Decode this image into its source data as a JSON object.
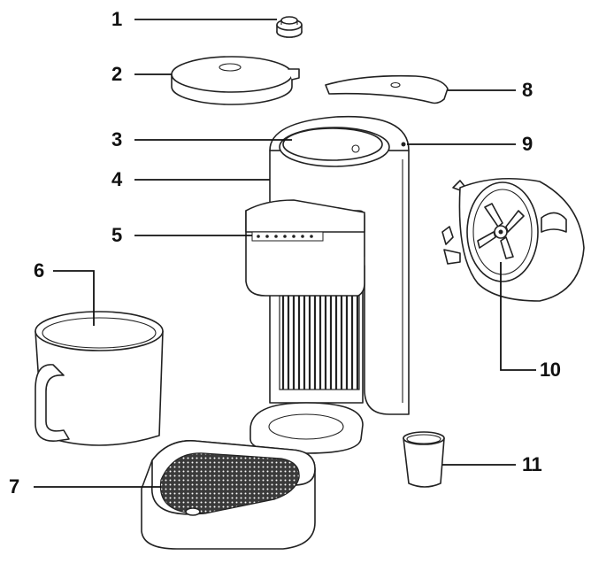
{
  "callouts": [
    {
      "id": "1",
      "text": "1"
    },
    {
      "id": "2",
      "text": "2"
    },
    {
      "id": "3",
      "text": "3"
    },
    {
      "id": "4",
      "text": "4"
    },
    {
      "id": "5",
      "text": "5"
    },
    {
      "id": "6",
      "text": "6"
    },
    {
      "id": "7",
      "text": "7"
    },
    {
      "id": "8",
      "text": "8"
    },
    {
      "id": "9",
      "text": "9"
    },
    {
      "id": "10",
      "text": "10"
    },
    {
      "id": "11",
      "text": "11"
    }
  ],
  "colors": {
    "line": "#222222",
    "background": "#ffffff",
    "mesh": "#2a2a2a"
  }
}
